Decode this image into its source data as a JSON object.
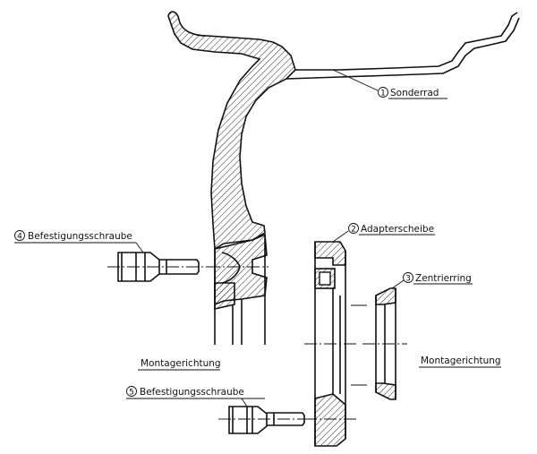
{
  "callouts": [
    {
      "number": "1",
      "label": "Sonderrad"
    },
    {
      "number": "2",
      "label": "Adapterscheibe"
    },
    {
      "number": "3",
      "label": "Zentrierring"
    },
    {
      "number": "4",
      "label": "Befestigungsschraube"
    },
    {
      "number": "5",
      "label": "Befestigungsschraube"
    }
  ],
  "mounting_direction": {
    "left": "Montagerichtung",
    "right": "Montagerichtung"
  }
}
